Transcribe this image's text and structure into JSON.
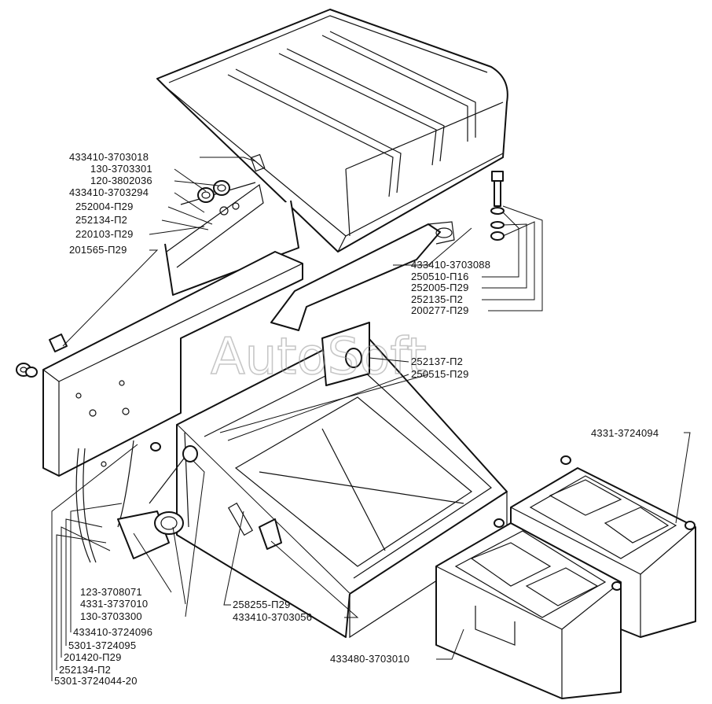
{
  "watermark": "AutoSoft",
  "labels": {
    "l01": "433410-3703018",
    "l02": "130-3703301",
    "l03": "120-3802036",
    "l04": "433410-3703294",
    "l05": "252004-П29",
    "l06": "252134-П2",
    "l07": "220103-П29",
    "l08": "201565-П29",
    "l09": "433410-3703088",
    "l10": "250510-П16",
    "l11": "252005-П29",
    "l12": "252135-П2",
    "l13": "200277-П29",
    "l14": "252137-П2",
    "l15": "250515-П29",
    "l16": "4331-3724094",
    "l17": "123-3708071",
    "l18": "4331-3737010",
    "l19": "130-3703300",
    "l20": "433410-3724096",
    "l21": "5301-3724095",
    "l22": "201420-П29",
    "l23": "252134-П2",
    "l24": "5301-3724044-20",
    "l25": "258255-П29",
    "l26": "433410-3703056",
    "l27": "433480-3703010"
  }
}
